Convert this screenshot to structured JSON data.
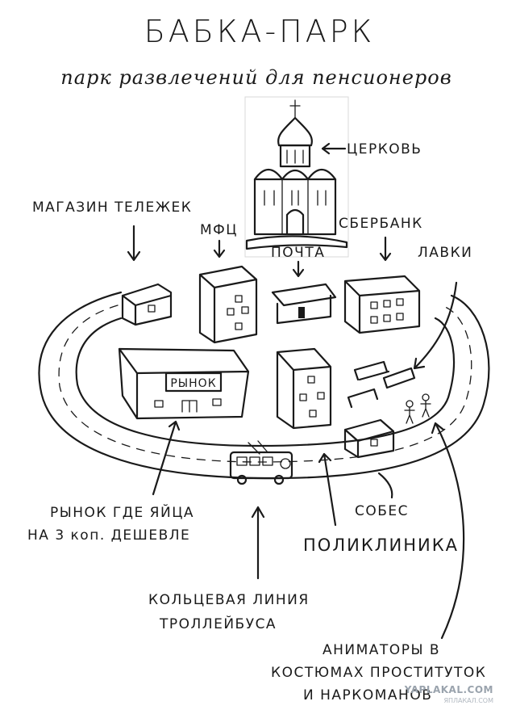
{
  "title": "БАБКА-ПАРК",
  "subtitle": "парк развлечений для пенсионеров",
  "labels": {
    "church": "ЦЕРКОВЬ",
    "cart_shop": "МАГАЗИН ТЕЛЕЖЕК",
    "mfc": "МФЦ",
    "sberbank": "СБЕРБАНК",
    "post": "ПОЧТА",
    "benches": "ЛАВКИ",
    "market_sign": "РЫНОК",
    "market_line1": "РЫНОК ГДЕ ЯЙЦА",
    "market_line2": "НА 3 коп. ДЕШЕВЛЕ",
    "sobes": "СОБЕС",
    "clinic": "ПОЛИКЛИНИКА",
    "trolley_line1": "КОЛЬЦЕВАЯ ЛИНИЯ",
    "trolley_line2": "ТРОЛЛЕЙБУСА",
    "animators_line1": "АНИМАТОРЫ В",
    "animators_line2": "КОСТЮМАХ ПРОСТИТУТОК",
    "animators_line3": "И НАРКОМАНОВ"
  },
  "watermark": {
    "main": "YAPLAKAL.COM",
    "sub": "ЯПЛАКАЛ.COM"
  }
}
